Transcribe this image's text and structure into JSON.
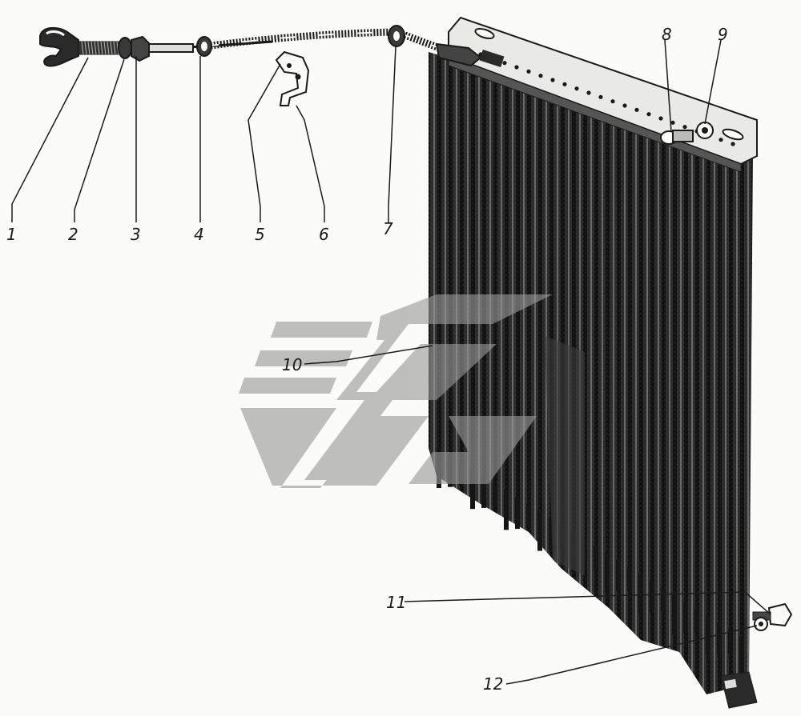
{
  "diagram": {
    "callouts": [
      {
        "id": "1",
        "label": "1"
      },
      {
        "id": "2",
        "label": "2"
      },
      {
        "id": "3",
        "label": "3"
      },
      {
        "id": "4",
        "label": "4"
      },
      {
        "id": "5",
        "label": "5"
      },
      {
        "id": "6",
        "label": "6"
      },
      {
        "id": "7",
        "label": "7"
      },
      {
        "id": "8",
        "label": "8"
      },
      {
        "id": "9",
        "label": "9"
      },
      {
        "id": "10",
        "label": "10"
      },
      {
        "id": "11",
        "label": "11"
      },
      {
        "id": "12",
        "label": "12"
      }
    ]
  },
  "colors": {
    "ink": "#1a1a1a",
    "paper": "#fbfbf9",
    "watermark": "#9a9a9a"
  }
}
